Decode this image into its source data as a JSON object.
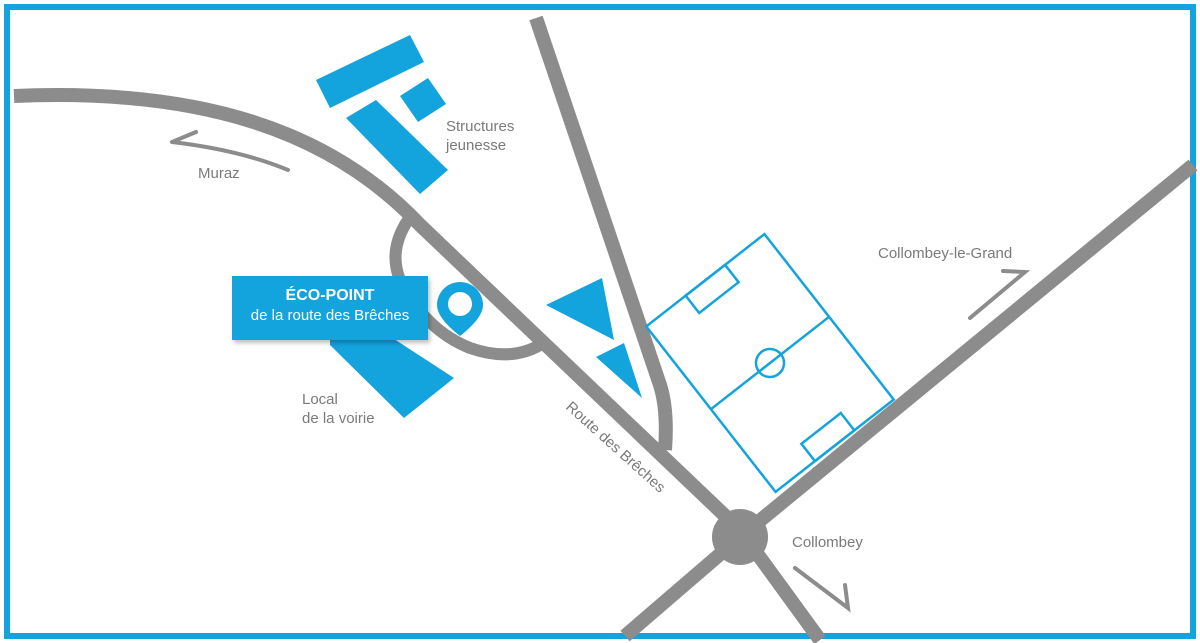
{
  "map": {
    "colors": {
      "border": "#13a3dd",
      "road": "#8c8c8c",
      "building": "#13a3dd",
      "field": "#13a3dd",
      "label": "#7a7a7a",
      "callout_bg": "#13a3dd",
      "callout_text": "#ffffff"
    },
    "callout": {
      "title": "ÉCO-POINT",
      "subtitle": "de la route des Brêches"
    },
    "labels": {
      "structures_line1": "Structures",
      "structures_line2": "jeunesse",
      "muraz": "Muraz",
      "collombey_le_grand": "Collombey-le-Grand",
      "local_line1": "Local",
      "local_line2": "de la voirie",
      "road_name": "Route des Brêches",
      "collombey": "Collombey"
    },
    "icons": {
      "location_pin": "map-pin-icon",
      "direction_arrow": "arrow-icon",
      "football_field": "football-field-icon",
      "roundabout": "roundabout-icon"
    }
  }
}
